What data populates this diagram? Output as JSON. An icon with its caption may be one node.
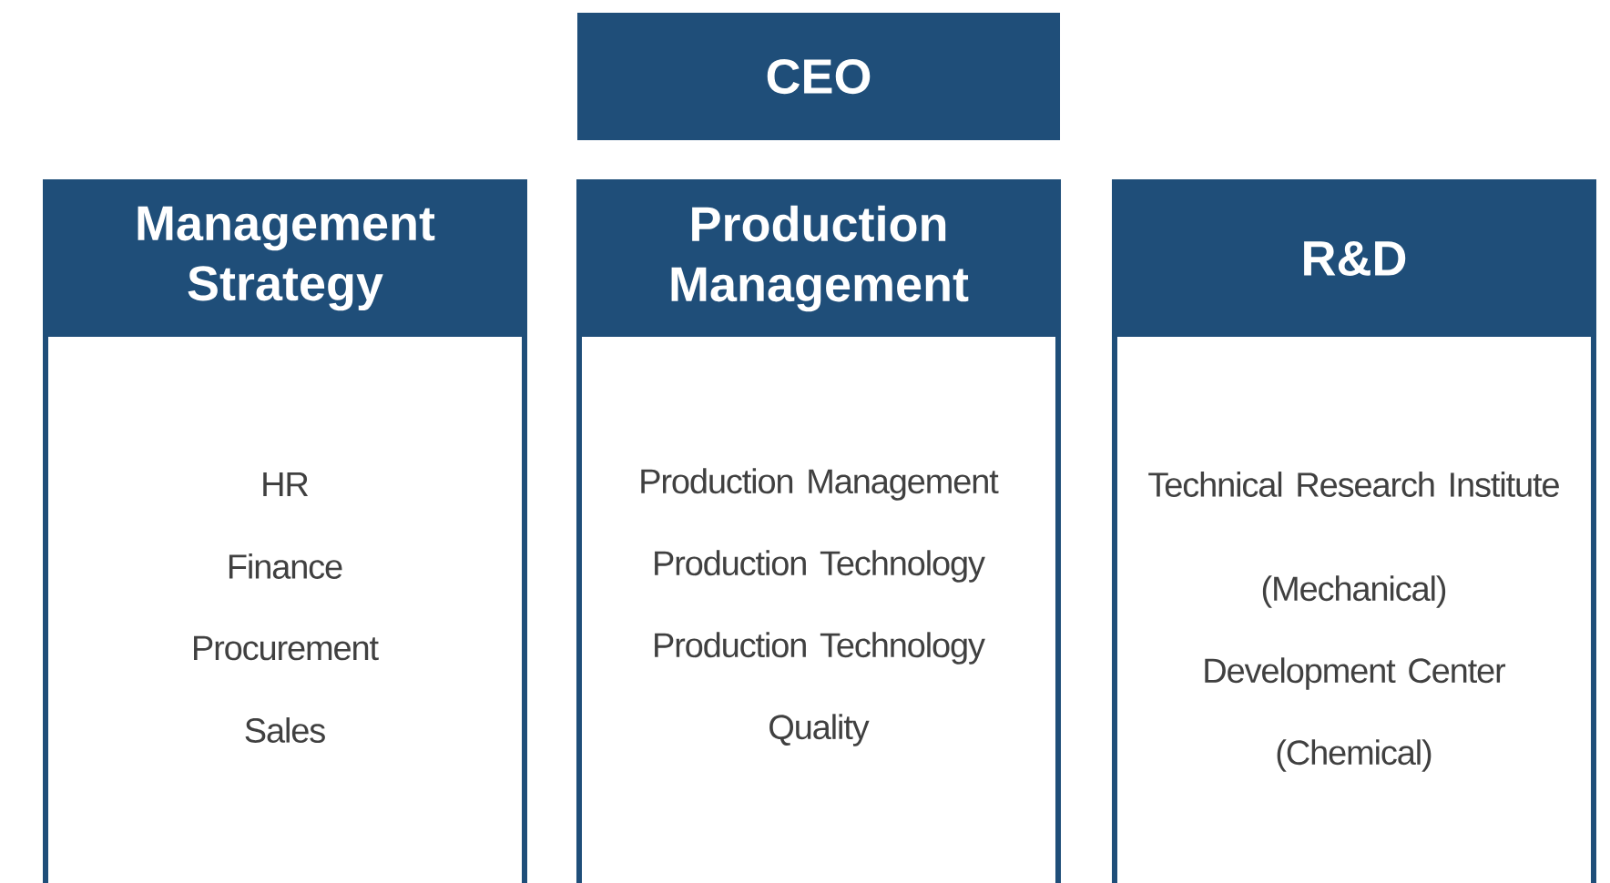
{
  "diagram": {
    "nodes": [
      {
        "text": [
          "CEO"
        ]
      },
      {
        "text": [
          "Management Strategy",
          "HR",
          "Finance",
          "Procurement",
          "Sales"
        ]
      },
      {
        "text": [
          "Production Management",
          "Production Management",
          "Production Technology",
          "Production Technology",
          "Quality"
        ]
      },
      {
        "text": [
          "R&D",
          "Technical Research Institute",
          "(Mechanical)",
          "Development Center",
          "(Chemical)"
        ]
      }
    ]
  }
}
